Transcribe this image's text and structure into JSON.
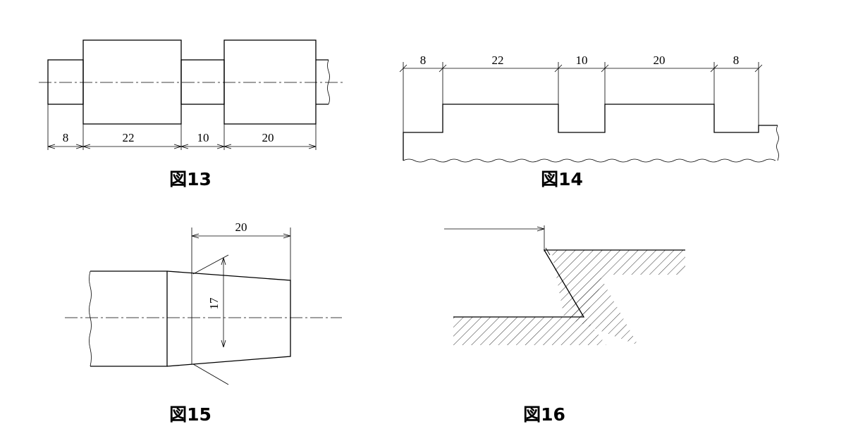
{
  "figures": {
    "fig13": {
      "caption": "図13",
      "dims": [
        "8",
        "22",
        "10",
        "20"
      ]
    },
    "fig14": {
      "caption": "図14",
      "dims": [
        "8",
        "22",
        "10",
        "20",
        "8"
      ]
    },
    "fig15": {
      "caption": "図15",
      "dims": [
        "20",
        "17"
      ]
    },
    "fig16": {
      "caption": "図16"
    }
  }
}
